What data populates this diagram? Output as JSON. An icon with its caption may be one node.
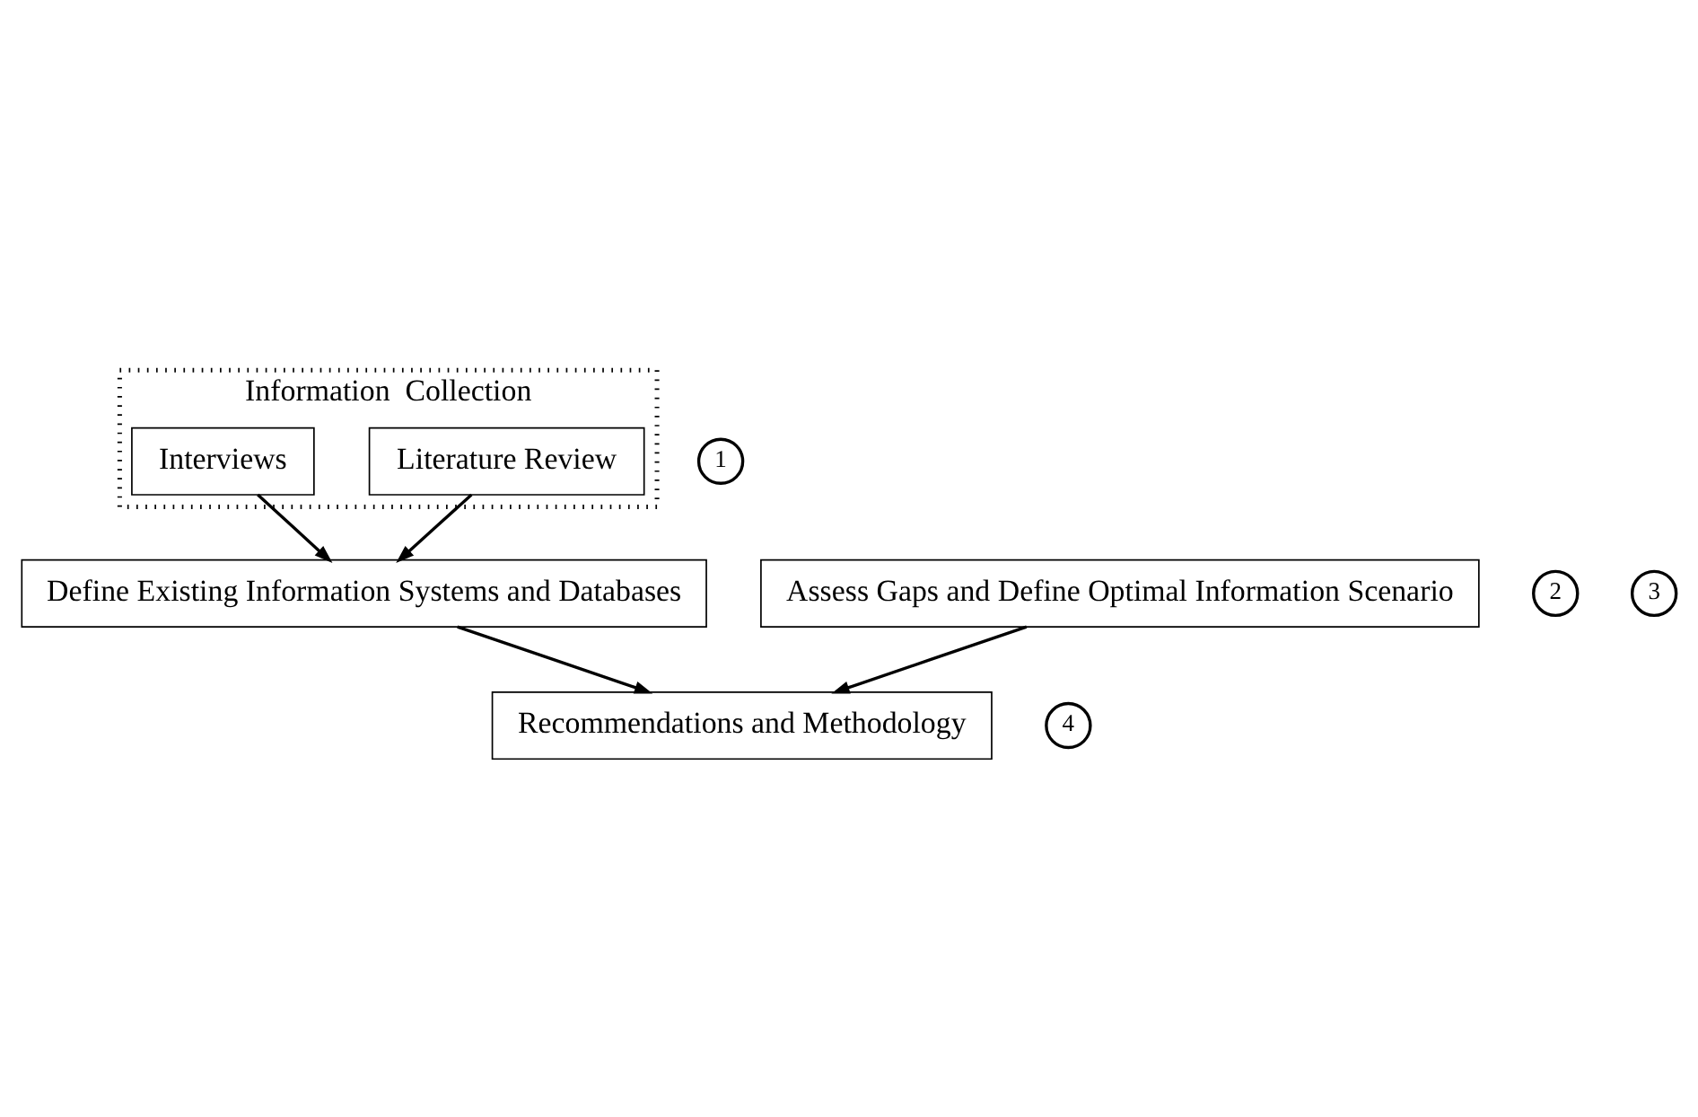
{
  "diagram": {
    "nodes": [
      {
        "text": [
          "Information  Collection"
        ]
      },
      {
        "text": [
          "1"
        ]
      },
      {
        "text": [
          "Literature Review"
        ],
        "in": 0
      },
      {
        "text": [
          "Interviews"
        ],
        "in": 0
      },
      {
        "text": [
          "Define Existing Information Systems and Databases"
        ]
      },
      {
        "text": [
          "2"
        ]
      },
      {
        "text": [
          "Assess Gaps and Define Optimal Information Scenario"
        ]
      },
      {
        "text": [
          "3"
        ]
      },
      {
        "text": [
          "Recommendations and Methodology"
        ]
      },
      {
        "text": [
          "4"
        ]
      }
    ],
    "edges": [
      {
        "from": 2,
        "to": 4,
        "arrow": "to"
      },
      {
        "from": 3,
        "to": 4,
        "arrow": "to"
      },
      {
        "from": 4,
        "to": 8,
        "arrow": "to"
      },
      {
        "from": 6,
        "to": 8,
        "arrow": "to"
      }
    ]
  }
}
